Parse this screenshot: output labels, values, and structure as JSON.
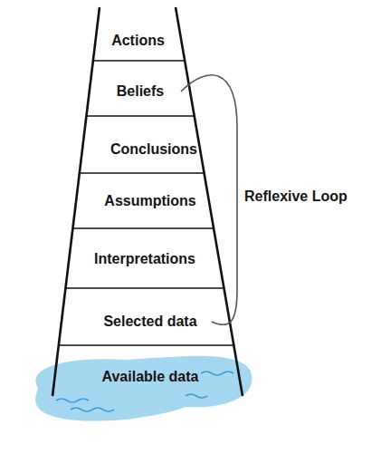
{
  "diagram": {
    "nodes": [
      {
        "text": [
          "Actions"
        ]
      },
      {
        "text": [
          "Beliefs"
        ]
      },
      {
        "text": [
          "Conclusions"
        ]
      },
      {
        "text": [
          "Assumptions"
        ]
      },
      {
        "text": [
          "Interpretations"
        ]
      },
      {
        "text": [
          "Selected data"
        ]
      },
      {
        "text": [
          "Available data"
        ]
      }
    ],
    "edges": [
      {
        "from": 1,
        "to": 5,
        "label": "Reflexive Loop",
        "arrow": "none"
      }
    ]
  }
}
